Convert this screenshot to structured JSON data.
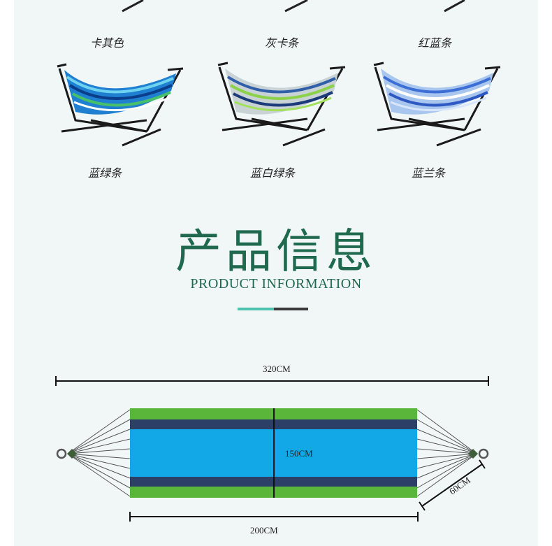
{
  "colors": {
    "panel_bg": "#f1f7f7",
    "title_green": "#1f6a4f",
    "accent_teal": "#4fc2ad",
    "accent_dark": "#3a3a3a",
    "stripe_green": "#5ab53b",
    "stripe_navy": "#2c3f66",
    "stripe_blue": "#12a8e8"
  },
  "variants_row1": [
    {
      "label": "卡其色"
    },
    {
      "label": "灰卡条"
    },
    {
      "label": "红蓝条"
    }
  ],
  "variants_row2": [
    {
      "label": "蓝绿条"
    },
    {
      "label": "蓝白绿条"
    },
    {
      "label": "蓝兰条"
    }
  ],
  "section": {
    "title_cn": "产品信息",
    "title_en": "PRODUCT INFORMATION"
  },
  "dimensions": {
    "total_length": "320CM",
    "width": "150CM",
    "bed_length": "200CM",
    "depth": "60CM"
  }
}
